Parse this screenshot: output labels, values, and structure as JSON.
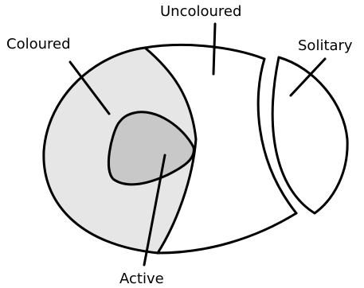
{
  "labels": {
    "coloured": "Coloured",
    "uncoloured": "Uncoloured",
    "solitary": "Solitary",
    "active": "Active"
  },
  "colors": {
    "coloured_fill": "#e6e6e6",
    "active_fill": "#c8c8c8",
    "uncoloured_fill": "#ffffff",
    "stroke": "#000000",
    "background": "#ffffff"
  }
}
